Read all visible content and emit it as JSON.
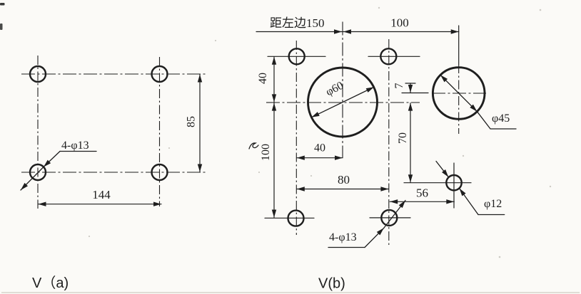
{
  "drawing": {
    "background": "#fbfaf7",
    "ink": "#1e1e1e",
    "view_a": {
      "caption": "V（a)",
      "dim_width": "144",
      "dim_height": "85",
      "holes_note": "4-φ13"
    },
    "view_b": {
      "caption": "V(b)",
      "dim_from_left_edge": "距左边150",
      "dim_top_spacing": "100",
      "dim_upper_left": "40",
      "dim_lower_left": "100",
      "dim_hole_to_center": "40",
      "dim_bottom_span": "80",
      "dim_small_hole_offset": "56",
      "dim_center_offset": "7",
      "dim_small_hole_drop": "70",
      "dia_large_hole": "φ60",
      "dia_medium_hole": "φ45",
      "dia_small_hole": "φ12",
      "holes_note": "4-φ13"
    }
  }
}
